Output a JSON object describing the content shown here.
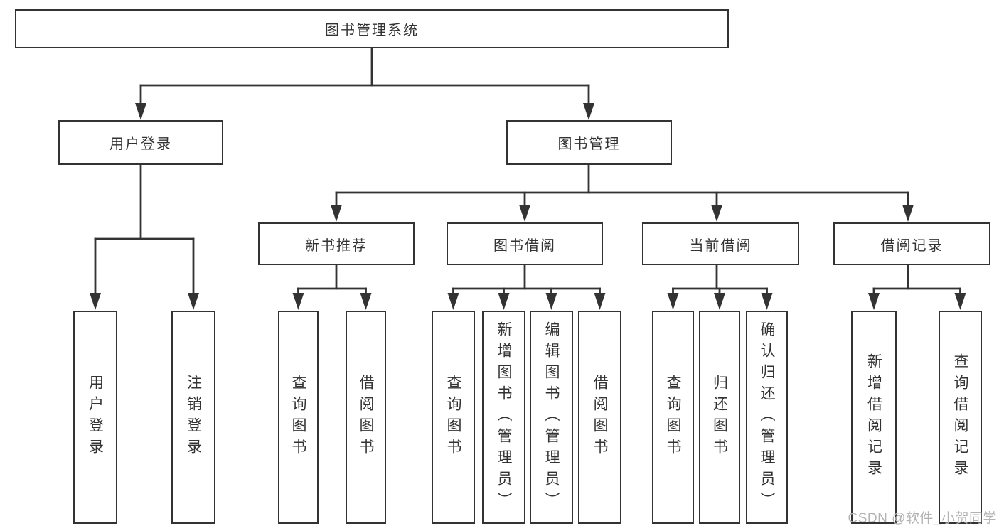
{
  "colors": {
    "line": "#333333",
    "text": "#333333",
    "background": "#ffffff",
    "watermark_color": "#b3b3b3"
  },
  "tree": {
    "label": "图书管理系统",
    "children": [
      {
        "label": "用户登录",
        "children": [
          {
            "label": "用户登录"
          },
          {
            "label": "注销登录"
          }
        ]
      },
      {
        "label": "图书管理",
        "children": [
          {
            "label": "新书推荐",
            "children": [
              {
                "label": "查询图书"
              },
              {
                "label": "借阅图书"
              }
            ]
          },
          {
            "label": "图书借阅",
            "children": [
              {
                "label": "查询图书"
              },
              {
                "label": "新增图书（管理员）"
              },
              {
                "label": "编辑图书（管理员）"
              },
              {
                "label": "借阅图书"
              }
            ]
          },
          {
            "label": "当前借阅",
            "children": [
              {
                "label": "查询图书"
              },
              {
                "label": "归还图书"
              },
              {
                "label": "确认归还（管理员）"
              }
            ]
          },
          {
            "label": "借阅记录",
            "children": [
              {
                "label": "新增借阅记录"
              },
              {
                "label": "查询借阅记录"
              }
            ]
          }
        ]
      }
    ]
  },
  "watermark": "CSDN @软件_小贺同学"
}
